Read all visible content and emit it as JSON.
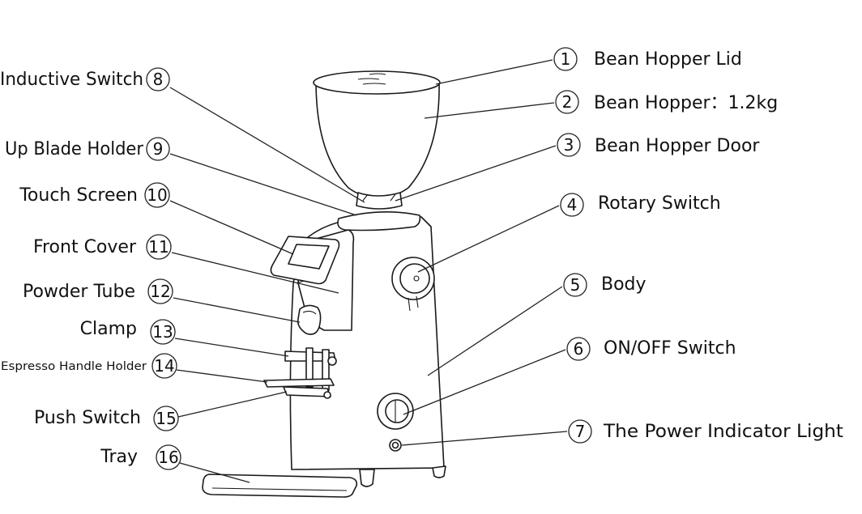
{
  "callouts": [
    {
      "number": "1",
      "label": "Bean Hopper Lid"
    },
    {
      "number": "2",
      "label": "Bean Hopper：1.2kg"
    },
    {
      "number": "3",
      "label": "Bean Hopper Door"
    },
    {
      "number": "4",
      "label": "Rotary Switch"
    },
    {
      "number": "5",
      "label": "Body"
    },
    {
      "number": "6",
      "label": "ON/OFF Switch"
    },
    {
      "number": "7",
      "label": "The Power Indicator Light"
    },
    {
      "number": "8",
      "label": "Inductive Switch"
    },
    {
      "number": "9",
      "label": "Up Blade Holder"
    },
    {
      "number": "10",
      "label": "Touch Screen"
    },
    {
      "number": "11",
      "label": "Front Cover"
    },
    {
      "number": "12",
      "label": "Powder Tube"
    },
    {
      "number": "13",
      "label": "Clamp"
    },
    {
      "number": "14",
      "label": "Espresso Handle Holder"
    },
    {
      "number": "15",
      "label": "Push Switch"
    },
    {
      "number": "16",
      "label": "Tray"
    }
  ]
}
